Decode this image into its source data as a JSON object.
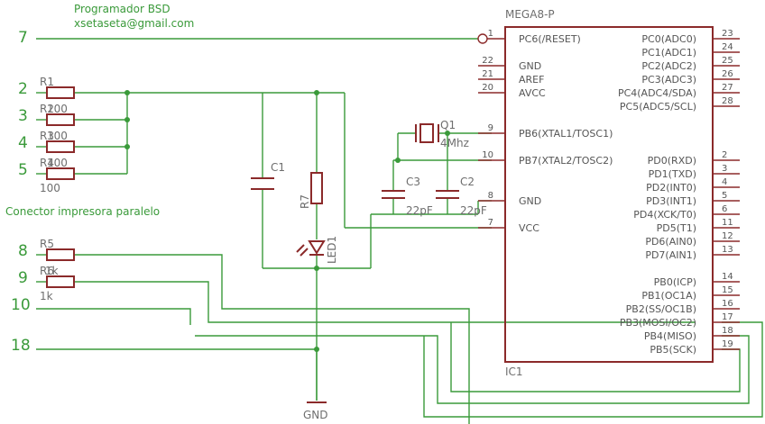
{
  "title": "Programador BSD",
  "email": "xsetaseta@gmail.com",
  "connector_label": "Conector impresora paralelo",
  "connector_pins": [
    "7",
    "2",
    "3",
    "4",
    "5",
    "8",
    "9",
    "10",
    "18"
  ],
  "ic": {
    "name": "MEGA8-P",
    "ref": "IC1",
    "left_pins": [
      {
        "num": "1",
        "name": "PC6(/RESET)"
      },
      {
        "num": "22",
        "name": "GND"
      },
      {
        "num": "21",
        "name": "AREF"
      },
      {
        "num": "20",
        "name": "AVCC"
      },
      {
        "num": "9",
        "name": "PB6(XTAL1/TOSC1)"
      },
      {
        "num": "10",
        "name": "PB7(XTAL2/TOSC2)"
      },
      {
        "num": "8",
        "name": "GND"
      },
      {
        "num": "7",
        "name": "VCC"
      }
    ],
    "right_pins": [
      {
        "num": "23",
        "name": "PC0(ADC0)"
      },
      {
        "num": "24",
        "name": "PC1(ADC1)"
      },
      {
        "num": "25",
        "name": "PC2(ADC2)"
      },
      {
        "num": "26",
        "name": "PC3(ADC3)"
      },
      {
        "num": "27",
        "name": "PC4(ADC4/SDA)"
      },
      {
        "num": "28",
        "name": "PC5(ADC5/SCL)"
      },
      {
        "num": "2",
        "name": "PD0(RXD)"
      },
      {
        "num": "3",
        "name": "PD1(TXD)"
      },
      {
        "num": "4",
        "name": "PD2(INT0)"
      },
      {
        "num": "5",
        "name": "PD3(INT1)"
      },
      {
        "num": "6",
        "name": "PD4(XCK/T0)"
      },
      {
        "num": "11",
        "name": "PD5(T1)"
      },
      {
        "num": "12",
        "name": "PD6(AIN0)"
      },
      {
        "num": "13",
        "name": "PD7(AIN1)"
      },
      {
        "num": "14",
        "name": "PB0(ICP)"
      },
      {
        "num": "15",
        "name": "PB1(OC1A)"
      },
      {
        "num": "16",
        "name": "PB2(SS/OC1B)"
      },
      {
        "num": "17",
        "name": "PB3(MOSI/OC2)"
      },
      {
        "num": "18",
        "name": "PB4(MISO)"
      },
      {
        "num": "19",
        "name": "PB5(SCK)"
      }
    ]
  },
  "components": {
    "r1": "R1",
    "r2": "R2",
    "r3": "R3",
    "r4": "R4",
    "r2_val": "100",
    "r3_val": "100",
    "r4_val": "100",
    "r4_val_below": "100",
    "r5": "R5",
    "r6": "R6",
    "r5_val": "1k",
    "r6_val": "1k",
    "r7": "R7",
    "c1": "C1",
    "c2": "C2",
    "c3": "C3",
    "c2_val": "22pF",
    "c3_val": "22pF",
    "q1": "Q1",
    "q1_val": "4Mhz",
    "led": "LED1",
    "gnd": "GND"
  },
  "colors": {
    "wire": "#3a9a3a",
    "part": "#8b2a2a",
    "text": "#6e6e6e"
  }
}
